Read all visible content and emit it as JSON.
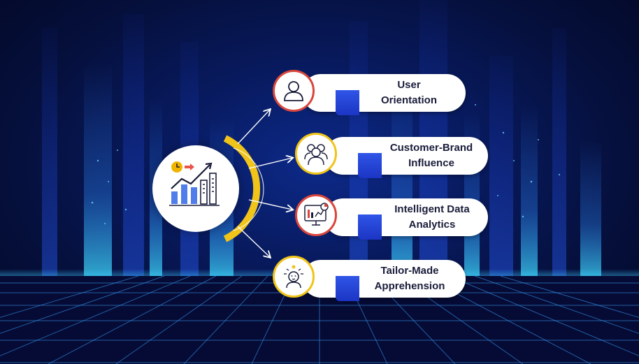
{
  "hub": {
    "icon": "growth-chart-icon"
  },
  "items": [
    {
      "label_line1": "User",
      "label_line2": "Orientation",
      "icon": "user-icon",
      "ring_color": "#d9463b"
    },
    {
      "label_line1": "Customer-Brand",
      "label_line2": "Influence",
      "icon": "people-group-icon",
      "ring_color": "#f0c419"
    },
    {
      "label_line1": "Intelligent Data",
      "label_line2": "Analytics",
      "icon": "data-dashboard-icon",
      "ring_color": "#d9463b"
    },
    {
      "label_line1": "Tailor-Made",
      "label_line2": "Apprehension",
      "icon": "thinking-person-icon",
      "ring_color": "#f0c419"
    }
  ],
  "colors": {
    "accent_blue": "#1c35c4",
    "accent_yellow": "#f0c419",
    "accent_red": "#d9463b",
    "background": "#081a5e"
  }
}
